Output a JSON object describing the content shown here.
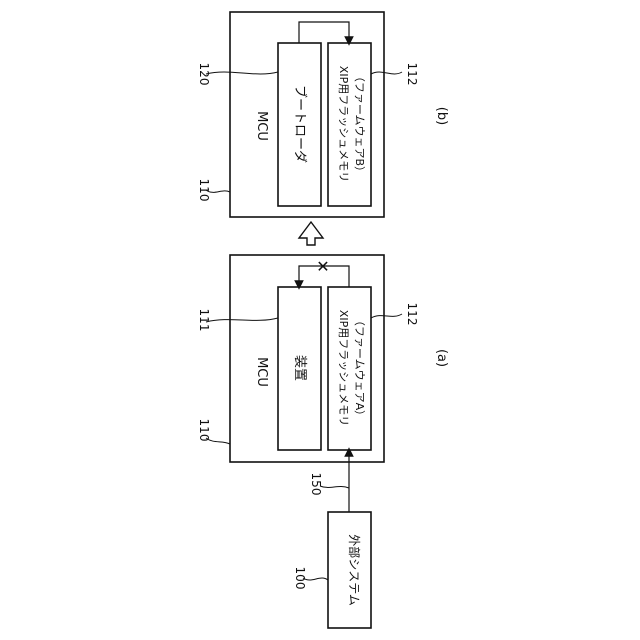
{
  "labels": {
    "ref_100": "100",
    "ref_110_a": "110",
    "ref_110_b": "110",
    "ref_111": "111",
    "ref_112_a": "112",
    "ref_112_b": "112",
    "ref_120": "120",
    "ref_150": "150",
    "mcu_a": "MCU",
    "mcu_b": "MCU",
    "panel_a": "(a)",
    "panel_b": "(b)",
    "external_system": "外部システム",
    "device": "装置",
    "xip_flash_a_line1": "XIP用フラッシュメモリ",
    "xip_flash_a_line2": "（ファームウェアA）",
    "bootloader": "ブートローダ",
    "xip_flash_b_line1": "XIP用フラッシュメモリ",
    "xip_flash_b_line2": "（ファームウェアB）",
    "blocked_mark": "✕"
  }
}
